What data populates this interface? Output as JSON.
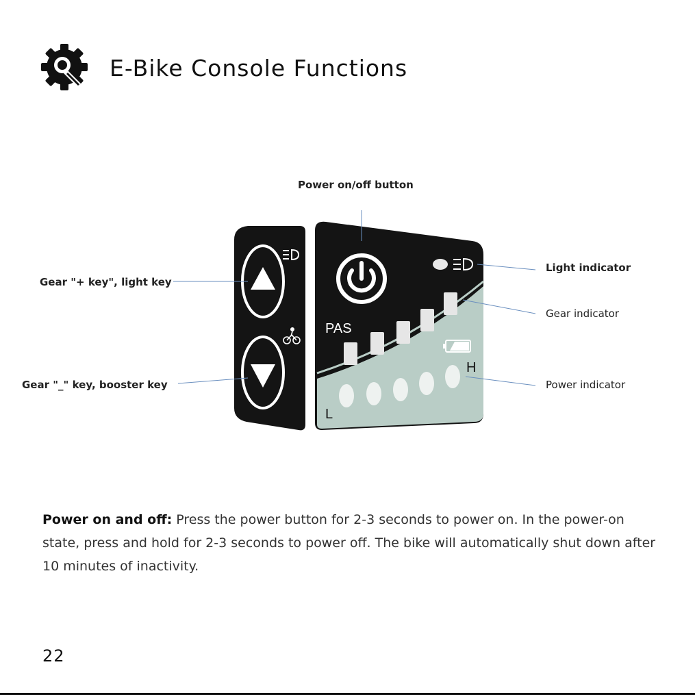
{
  "header": {
    "title": "E-Bike Console Functions",
    "icon": "gear-wrench-icon"
  },
  "diagram": {
    "callouts": {
      "power_button": "Power on/off button",
      "light_indicator": "Light indicator",
      "gear_indicator": "Gear indicator",
      "power_indicator": "Power indicator",
      "plus_key": "Gear \"+ key\", light key",
      "minus_key": "Gear \"_\" key, booster key"
    },
    "console": {
      "pas_label": "PAS",
      "low_label": "L",
      "high_label": "H",
      "gear_levels": 5,
      "power_levels": 5
    },
    "colors": {
      "console_body": "#141414",
      "indicator_panel": "#b9cdc6",
      "leader_line": "#6a8fbf"
    }
  },
  "body": {
    "lead": "Power on and off:",
    "text": " Press the power button for 2-3 seconds to power on. In the power-on state, press and hold for 2-3 seconds to power off. The bike will automatically shut down after 10 minutes of inactivity."
  },
  "footer": {
    "page_number": "22"
  }
}
